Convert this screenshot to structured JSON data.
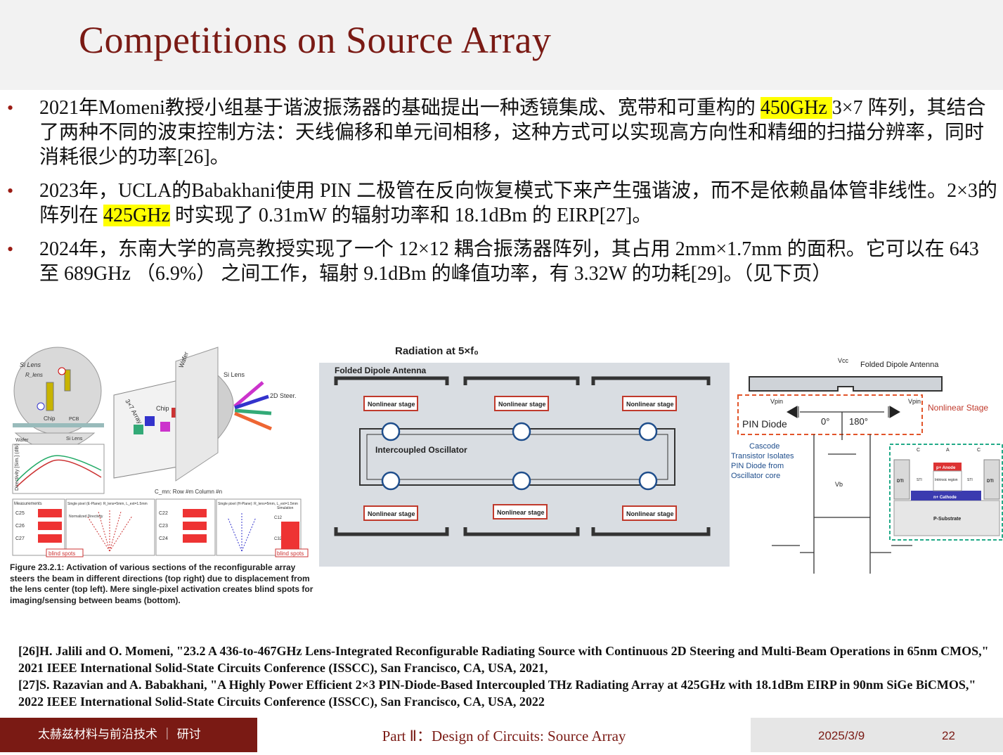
{
  "slide": {
    "title": "Competitions on Source Array"
  },
  "bullets": [
    {
      "before": "2021年Momeni教授小组基于谐波振荡器的基础提出一种透镜集成、宽带和可重构的 ",
      "highlight": "450GHz ",
      "after": "3×7 阵列，其结合了两种不同的波束控制方法：天线偏移和单元间相移，这种方式可以实现高方向性和精细的扫描分辨率，同时消耗很少的功率[26]。"
    },
    {
      "before": "2023年，UCLA的Babakhani使用 PIN 二极管在反向恢复模式下来产生强谐波，而不是依赖晶体管非线性。2×3的阵列在 ",
      "highlight": "425GHz",
      "after": " 时实现了 0.31mW 的辐射功率和 18.1dBm 的 EIRP[27]。"
    },
    {
      "before": "2024年，东南大学的高亮教授实现了一个 12×12 耦合振荡器阵列，其占用 2mm×1.7mm 的面积。它可以在 643 至 689GHz （6.9%） 之间工作，辐射 9.1dBm 的峰值功率，有 3.32W 的功耗[29]。（见下页）",
      "highlight": "",
      "after": ""
    }
  ],
  "figure_left": {
    "labels": {
      "si_lens": "Si Lens",
      "r_lens": "R_lens",
      "chip": "Chip",
      "pcb": "PCB",
      "wafer": "Wafer",
      "si_lens2": "Si Lens",
      "wafer2": "Wafer",
      "si_lens3": "Si Lens",
      "steer": "2D Steer.",
      "array": "3×7 Array",
      "chip2": "Chip",
      "c_label": "C_mn: Row #m Column #n",
      "directivity": "Directivity [Sim.] (dBi)",
      "measurements": "Measurements",
      "single_e": "Single pixel (E-Plane): R_lens=5mm, L_ext=1.5mm",
      "single_h": "Single pixel (H-Plane): R_lens=5mm, L_ext=1.5mm",
      "normalized": "Normalized Directivity",
      "simulation": "Simulation",
      "blind": "blind spots",
      "c25": "C25",
      "c26": "C26",
      "c27": "C27",
      "c22": "C22",
      "c23": "C23",
      "c24": "C24",
      "c12": "C12",
      "c32": "C32"
    },
    "caption": "Figure 23.2.1: Activation of various sections of the reconfigurable array steers the beam in different directions (top right) due to displacement from the lens center (top left). Mere single-pixel activation creates blind spots for imaging/sensing between beams (bottom)."
  },
  "figure_mid": {
    "title": "Radiation at 5×f₀",
    "antenna": "Folded Dipole Antenna",
    "stage": "Nonlinear stage",
    "osc": "Intercoupled Oscillator"
  },
  "figure_right": {
    "vcc": "Vcc",
    "antenna": "Folded Dipole Antenna",
    "vpin": "Vpin",
    "deg0": "0°",
    "deg180": "180°",
    "pin": "PIN Diode",
    "nonlinear": "Nonlinear Stage",
    "cascode": "Cascode Transistor Isolates PIN Diode from Oscillator core",
    "vb": "Vb",
    "anode": "p+ Anode",
    "cathode": "n+ Cathode",
    "intrinsic": "Intrinsic region",
    "dti": "DTI",
    "sti": "STI",
    "psub": "P-Substrate",
    "a": "A",
    "c": "C"
  },
  "references": [
    "[26]H. Jalili and O. Momeni, \"23.2 A 436-to-467GHz Lens-Integrated Reconfigurable Radiating Source with Continuous 2D Steering and Multi-Beam Operations in 65nm CMOS,\" 2021 IEEE International Solid-State Circuits Conference (ISSCC), San Francisco, CA, USA, 2021,",
    "[27]S. Razavian and A. Babakhani, \"A Highly Power Efficient 2×3 PIN-Diode-Based Intercoupled THz Radiating Array at 425GHz with 18.1dBm EIRP in 90nm SiGe BiCMOS,\" 2022 IEEE International Solid-State Circuits Conference (ISSCC), San Francisco, CA, USA, 2022"
  ],
  "footer": {
    "left": "太赫兹材料与前沿技术 ｜ 研讨",
    "middle": "Part Ⅱ：Design of Circuits: Source Array",
    "date": "2025/3/9",
    "page": "22"
  },
  "colors": {
    "accent": "#7a1a14",
    "highlight": "#ffff00",
    "stage_border": "#c0392b",
    "osc_blue": "#1f4e8c"
  }
}
